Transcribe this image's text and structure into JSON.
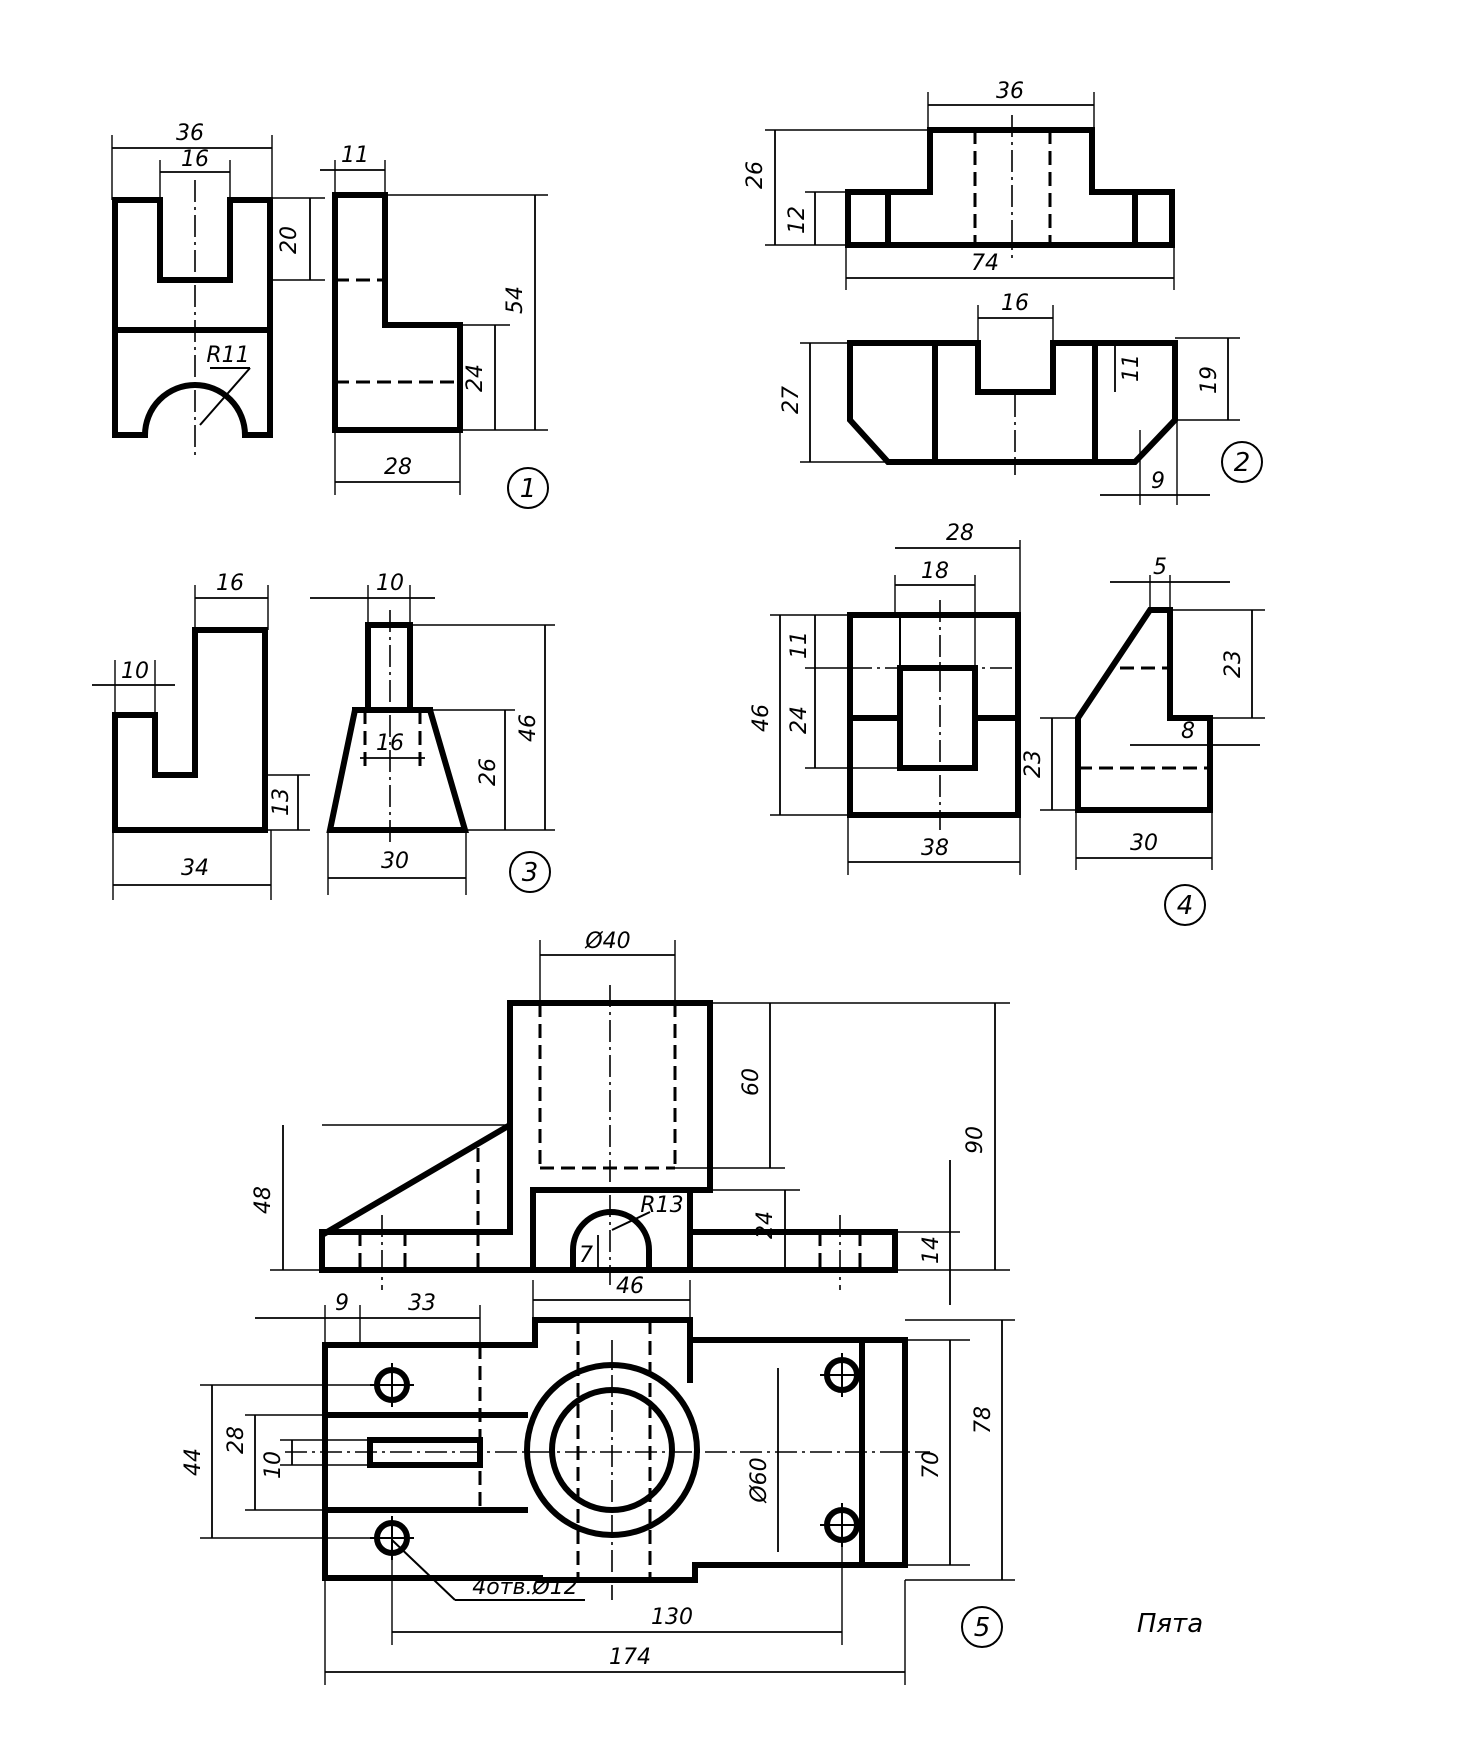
{
  "figure_1": {
    "number": "1",
    "dims": [
      "36",
      "16",
      "20",
      "R11",
      "11",
      "54",
      "24",
      "28"
    ]
  },
  "figure_2": {
    "number": "2",
    "dims": [
      "36",
      "26",
      "12",
      "74",
      "16",
      "27",
      "11",
      "19",
      "9"
    ]
  },
  "figure_3": {
    "number": "3",
    "dims": [
      "16",
      "10",
      "13",
      "34",
      "10",
      "46",
      "16",
      "26",
      "30"
    ]
  },
  "figure_4": {
    "number": "4",
    "dims": [
      "28",
      "18",
      "11",
      "24",
      "46",
      "38",
      "5",
      "23",
      "8",
      "23",
      "30"
    ]
  },
  "figure_5": {
    "number": "5",
    "dims": [
      "Ø40",
      "60",
      "90",
      "48",
      "R13",
      "24",
      "7",
      "46",
      "14",
      "9",
      "33",
      "44",
      "28",
      "10",
      "Ø60",
      "70",
      "78",
      "4отв.Ø12",
      "130",
      "174"
    ]
  },
  "part_name": "Пята"
}
